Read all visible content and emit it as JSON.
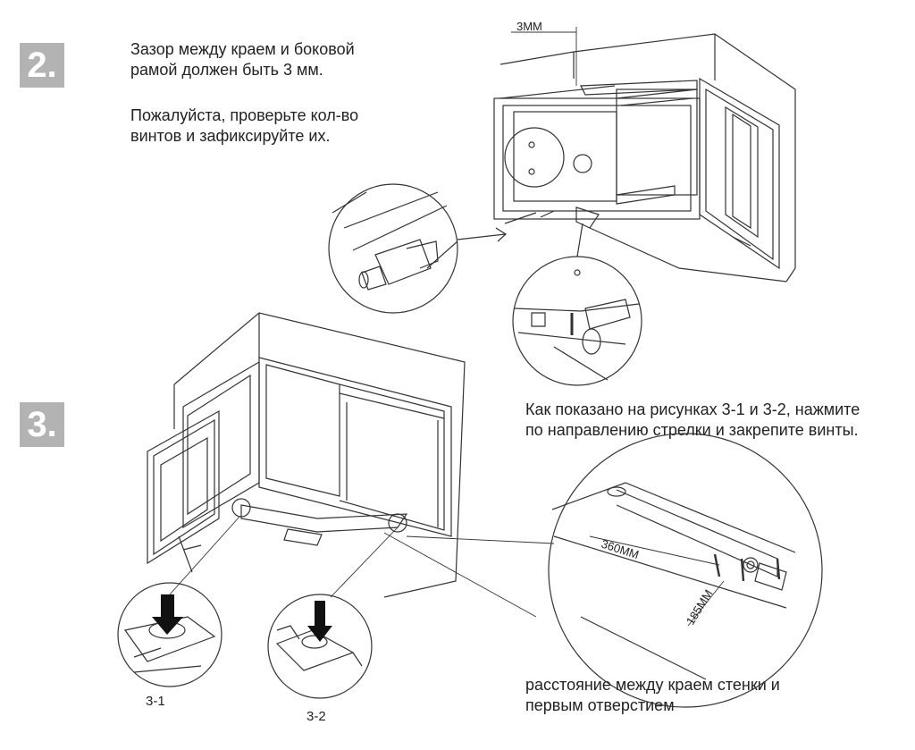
{
  "step2": {
    "number": "2.",
    "line1": "Зазор между краем и боковой",
    "line2": "рамой должен быть 3 мм.",
    "line3": "Пожалуйста, проверьте кол-во",
    "line4": "винтов и зафиксируйте их.",
    "gap_label": "3MM"
  },
  "step3": {
    "number": "3.",
    "line1": "Как показано на рисунках 3-1 и 3-2, нажмите",
    "line2": "по направлению стрелки и закрепите винты.",
    "dim_long": "360MM",
    "dim_short": "185MM",
    "caption1": "расстояние между краем стенки и",
    "caption2": "первым отверстием",
    "fig1": "3-1",
    "fig2": "3-2"
  }
}
